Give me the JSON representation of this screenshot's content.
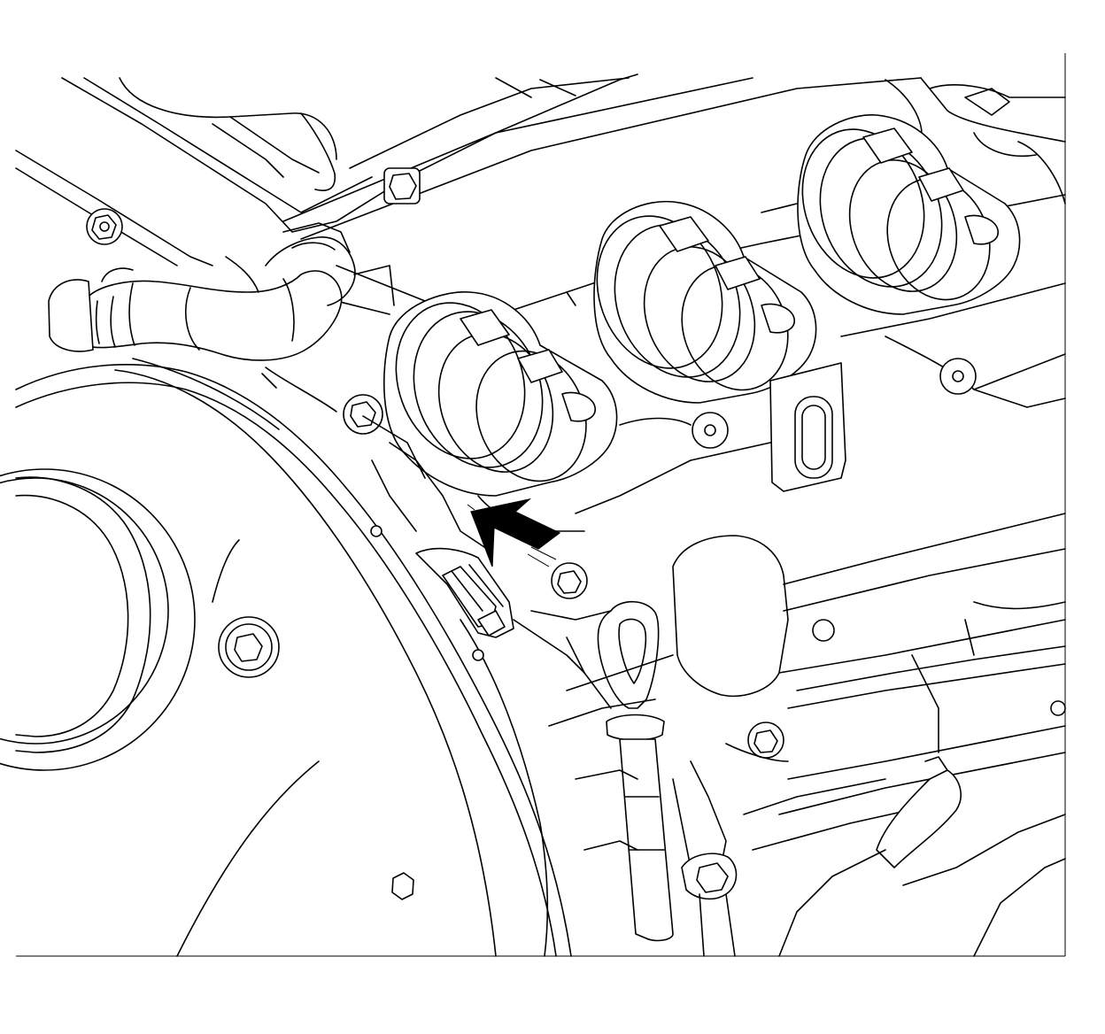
{
  "illustration": {
    "subject": "engine-compartment-line-drawing",
    "style": "black-line-art-on-white",
    "line_color": "#000000",
    "background_color": "#ffffff"
  },
  "callouts": [
    {
      "kind": "arrow",
      "direction": "down-left",
      "fill": "#000000"
    }
  ]
}
